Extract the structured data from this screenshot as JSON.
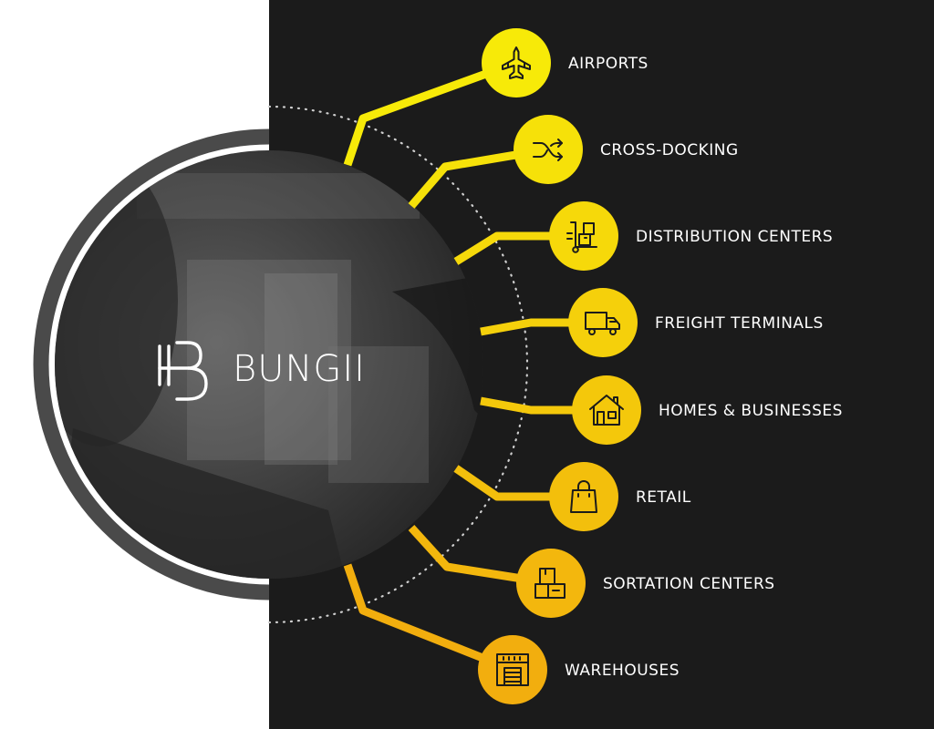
{
  "brand": {
    "name": "BUNGII"
  },
  "colors": {
    "panel": "#1b1b1b",
    "ring": "#4a4a4a",
    "accent_top": "#f7ea08",
    "accent_bottom": "#f2ae0e",
    "icon_stroke": "#1b1b1b",
    "label": "#ffffff"
  },
  "destinations": [
    {
      "label": "AIRPORTS",
      "icon": "airplane-icon"
    },
    {
      "label": "CROSS-DOCKING",
      "icon": "shuffle-arrows-icon"
    },
    {
      "label": "DISTRIBUTION CENTERS",
      "icon": "hand-truck-icon"
    },
    {
      "label": "FREIGHT TERMINALS",
      "icon": "truck-icon"
    },
    {
      "label": "HOMES & BUSINESSES",
      "icon": "house-icon"
    },
    {
      "label": "RETAIL",
      "icon": "shopping-bag-icon"
    },
    {
      "label": "SORTATION CENTERS",
      "icon": "boxes-icon"
    },
    {
      "label": "WAREHOUSES",
      "icon": "warehouse-icon"
    }
  ]
}
